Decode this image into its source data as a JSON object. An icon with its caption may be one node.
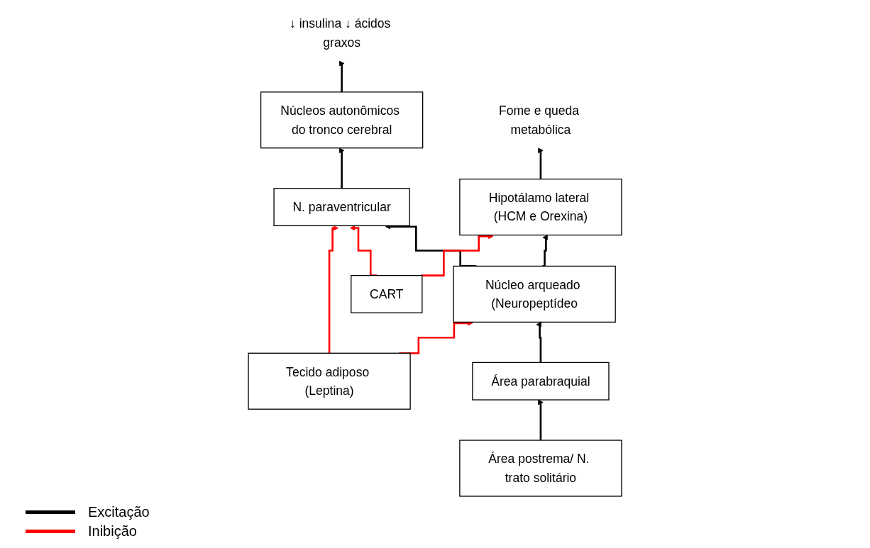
{
  "diagram": {
    "nodes": [
      {
        "text": [
          "Núcleos autonômicos do tronco cerebral"
        ]
      },
      {
        "text": [
          "↓ insulina ↓ ácidos graxos"
        ]
      },
      {
        "text": [
          "Fome e queda metabólica"
        ]
      },
      {
        "text": [
          "N. paraventricular"
        ]
      },
      {
        "text": [
          "Núcleo arqueado (Neuropeptídeo"
        ]
      },
      {
        "text": [
          "CART"
        ]
      },
      {
        "text": [
          "Hipotálamo lateral (HCM e Orexina)"
        ]
      },
      {
        "text": [
          "Área parabraquial"
        ]
      },
      {
        "text": [
          "Área postrema/ N. trato solitário"
        ]
      },
      {
        "text": [
          "Tecido adiposo (Leptina)"
        ]
      }
    ],
    "edges": [
      {
        "from": 0,
        "to": 1,
        "arrow": "to"
      },
      {
        "from": 3,
        "to": 0,
        "arrow": "to"
      },
      {
        "from": 4,
        "to": 3,
        "arrow": "to"
      },
      {
        "from": 4,
        "to": 6,
        "arrow": "to"
      },
      {
        "from": 6,
        "to": 2,
        "arrow": "to"
      },
      {
        "from": 5,
        "to": 3,
        "arrow": "to",
        "color": "#ff0000"
      },
      {
        "from": 5,
        "to": 6,
        "arrow": "to",
        "color": "#ff0000"
      },
      {
        "from": 7,
        "to": 4,
        "arrow": "to"
      },
      {
        "from": 8,
        "to": 7,
        "arrow": "to"
      },
      {
        "from": 9,
        "to": 3,
        "arrow": "to",
        "color": "#ff0000"
      },
      {
        "from": 9,
        "to": 4,
        "arrow": "to",
        "color": "#ff0000"
      }
    ],
    "legend": [
      {
        "text": "Excitação"
      },
      {
        "text": "Inibição"
      }
    ]
  }
}
